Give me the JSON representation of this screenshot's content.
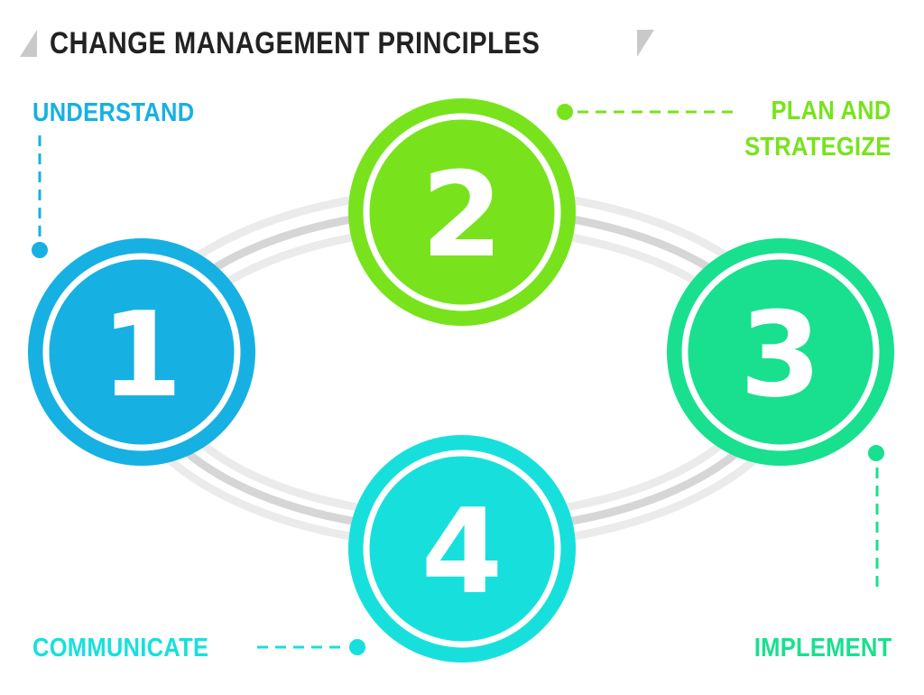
{
  "header": {
    "title": "CHANGE MANAGEMENT PRINCIPLES"
  },
  "colors": {
    "step1": "#17b0e2",
    "step2": "#78e31c",
    "step3": "#18e08e",
    "step4": "#17e0dc",
    "ring_light": "#ebebeb",
    "ring_dark": "#d6d6d6",
    "title": "#222222",
    "title_accent": "#c9c9c9"
  },
  "steps": [
    {
      "number": "1",
      "label": "UNDERSTAND",
      "color": "#17b0e2"
    },
    {
      "number": "2",
      "label_line1": "PLAN AND",
      "label_line2": "STRATEGIZE",
      "color": "#78e31c"
    },
    {
      "number": "3",
      "label": "IMPLEMENT",
      "color": "#18e08e"
    },
    {
      "number": "4",
      "label": "COMMUNICATE",
      "color": "#17e0dc"
    }
  ]
}
